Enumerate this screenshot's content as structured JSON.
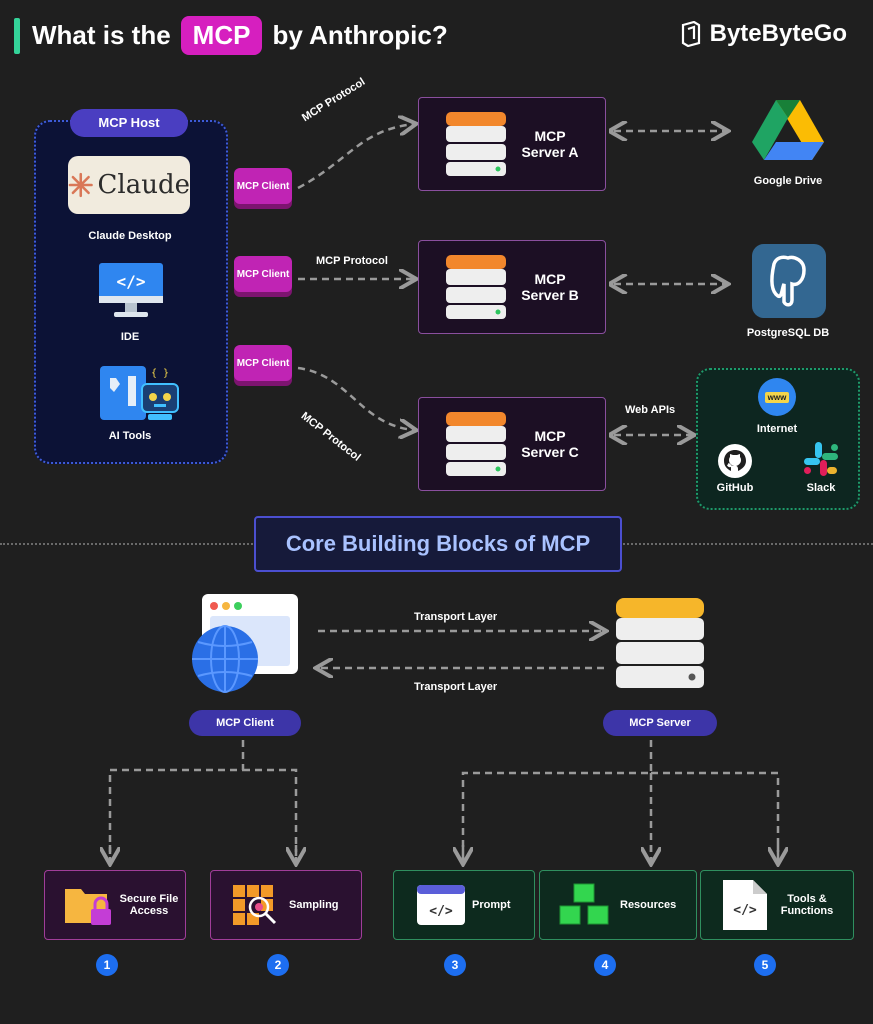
{
  "header": {
    "prefix": "What is the",
    "highlight": "MCP",
    "suffix": "by Anthropic?",
    "brand": "ByteByteGo"
  },
  "host": {
    "label": "MCP Host",
    "claude_word": "Claude",
    "apps": [
      {
        "label": "Claude Desktop"
      },
      {
        "label": "IDE"
      },
      {
        "label": "AI Tools"
      }
    ]
  },
  "clients": [
    {
      "label": "MCP Client"
    },
    {
      "label": "MCP Client"
    },
    {
      "label": "MCP Client"
    }
  ],
  "protocols": [
    "MCP Protocol",
    "MCP Protocol",
    "MCP Protocol"
  ],
  "servers": [
    {
      "label": "MCP Server A"
    },
    {
      "label": "MCP Server B"
    },
    {
      "label": "MCP Server C"
    }
  ],
  "services": {
    "google_drive": "Google Drive",
    "postgres": "PostgreSQL DB",
    "web_apis": "Web APIs",
    "internet": "Internet",
    "www": "www",
    "github": "GitHub",
    "slack": "Slack"
  },
  "core": {
    "title": "Core Building Blocks of MCP",
    "transport_top": "Transport Layer",
    "transport_bottom": "Transport Layer",
    "client_label": "MCP Client",
    "server_label": "MCP Server",
    "features": [
      {
        "num": "1",
        "label": "Secure File Access"
      },
      {
        "num": "2",
        "label": "Sampling"
      },
      {
        "num": "3",
        "label": "Prompt"
      },
      {
        "num": "4",
        "label": "Resources"
      },
      {
        "num": "5",
        "label": "Tools & Functions"
      }
    ]
  },
  "colors": {
    "accent_magenta": "#d61fbf",
    "host_blue": "#3d5bd9",
    "green": "#34d399",
    "badge_blue": "#1d6ef0"
  }
}
